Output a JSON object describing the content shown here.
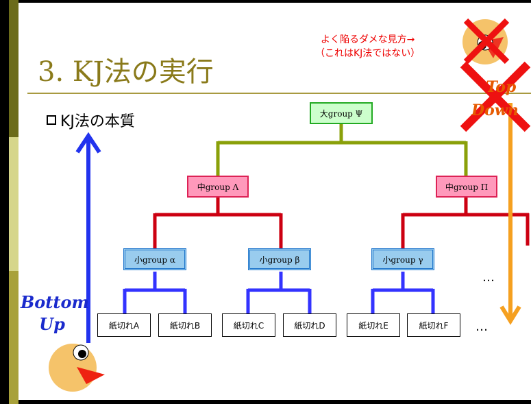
{
  "slide": {
    "title": "3. KJ法の実行",
    "bullet": "KJ法の本質"
  },
  "warning": {
    "line1": "よく陥るダメな見方→",
    "line2": "（これはKJ法ではない）"
  },
  "labels": {
    "top": "Top",
    "down": "Down",
    "bottom": "Bottom",
    "up": "Up"
  },
  "tree": {
    "large": "大group Ψ",
    "medium": [
      "中group Λ",
      "中group Π"
    ],
    "small": [
      "小group α",
      "小group β",
      "小group γ"
    ],
    "papers": [
      "紙切れA",
      "紙切れB",
      "紙切れC",
      "紙切れD",
      "紙切れE",
      "紙切れF"
    ],
    "ellipsis": "…"
  },
  "colors": {
    "olive_line": "#8aa00a",
    "red_line": "#cc0011",
    "blue_line": "#3333ff",
    "up_arrow": "#2233ee",
    "down_arrow": "#f5a020",
    "cross": "#ee1111"
  }
}
